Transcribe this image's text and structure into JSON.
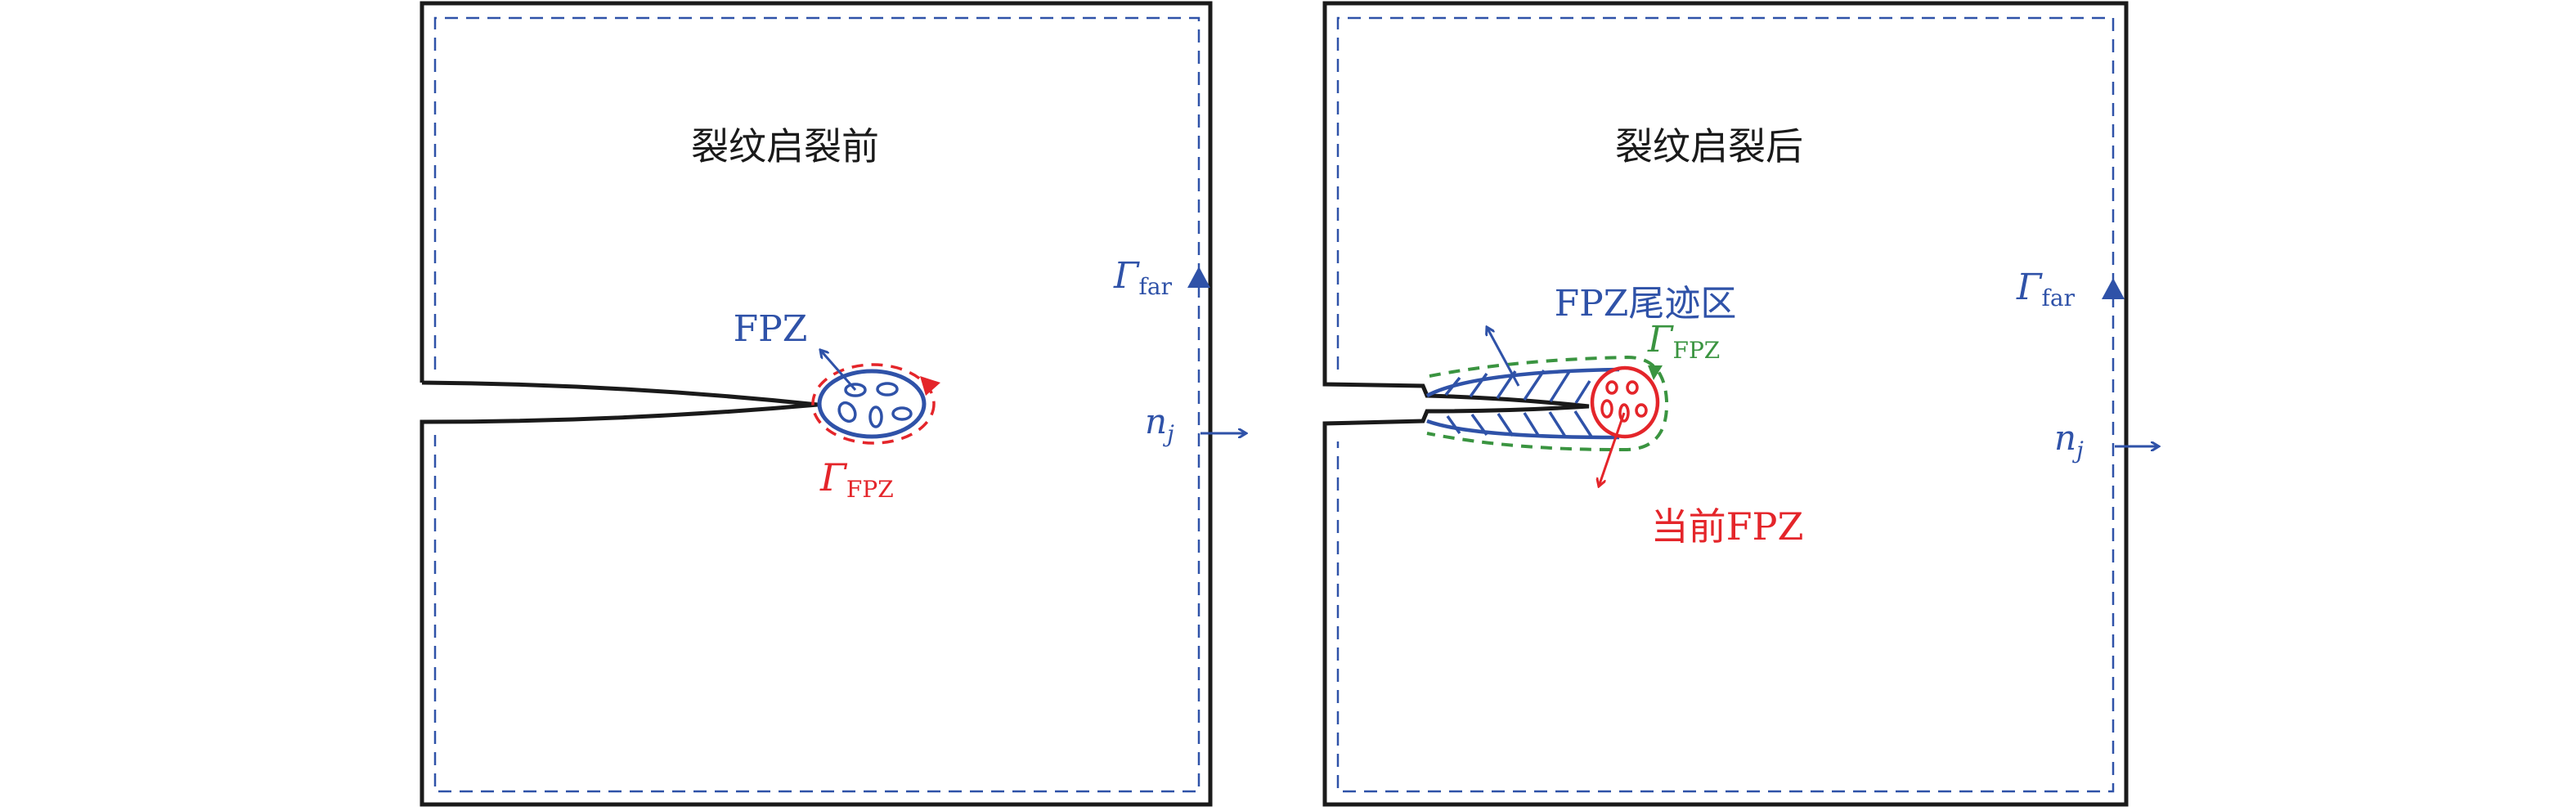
{
  "colors": {
    "blue": "#2f52a8",
    "red": "#e4252a",
    "green": "#3a9440",
    "black": "#1a1a1a"
  },
  "left_panel": {
    "title": "裂纹启裂前",
    "fpz_label": "FPZ",
    "gamma_fpz": {
      "symbol": "Γ",
      "subscript": "FPZ"
    },
    "gamma_far": {
      "symbol": "Γ",
      "subscript": "far"
    },
    "normal": {
      "symbol": "n",
      "subscript": "j"
    }
  },
  "right_panel": {
    "title": "裂纹启裂后",
    "wake_label": "FPZ尾迹区",
    "current_fpz_label": "当前FPZ",
    "gamma_fpz": {
      "symbol": "Γ",
      "subscript": "FPZ"
    },
    "gamma_far": {
      "symbol": "Γ",
      "subscript": "far"
    },
    "normal": {
      "symbol": "n",
      "subscript": "j"
    }
  }
}
